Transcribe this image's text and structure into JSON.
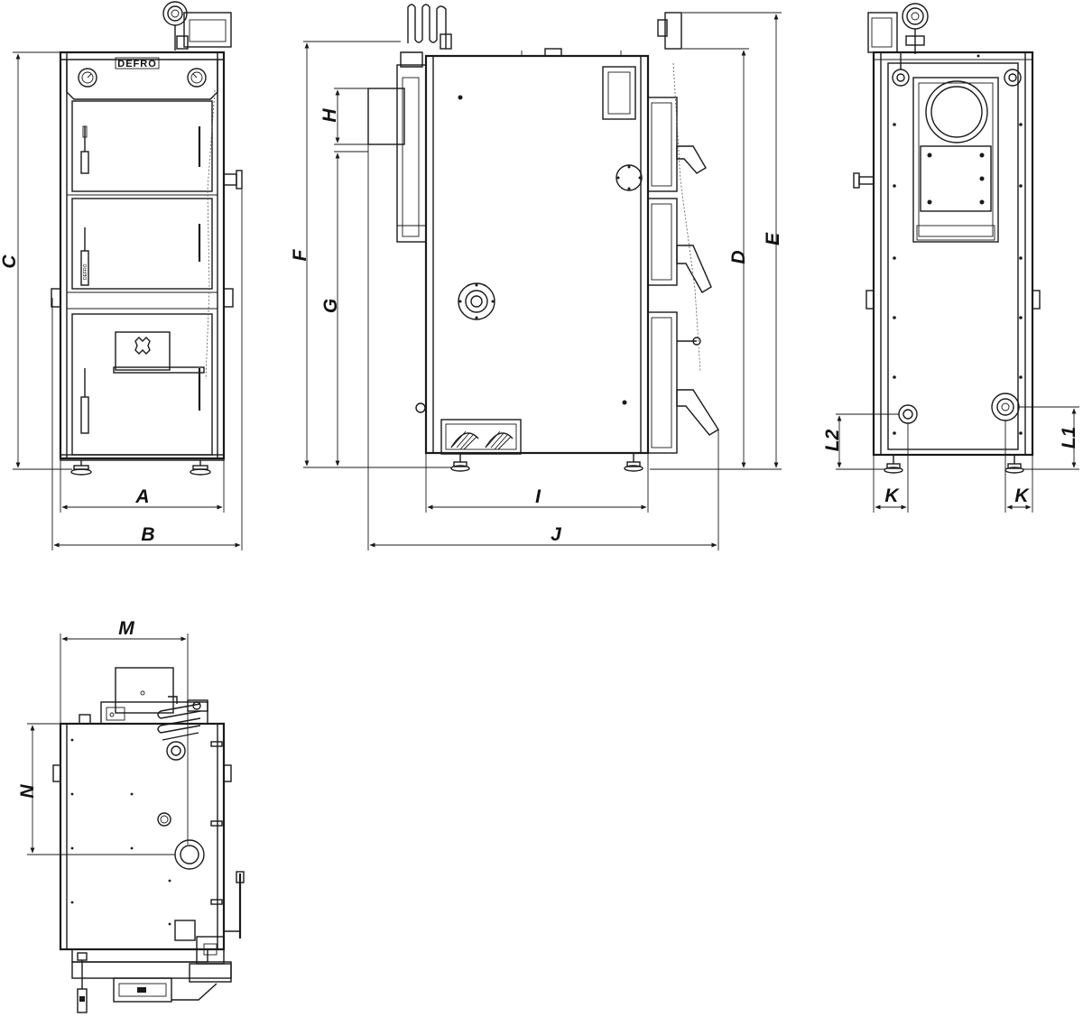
{
  "drawing": {
    "brand_text": "DEFRO",
    "dimension_labels": {
      "A": "A",
      "B": "B",
      "C": "C",
      "D": "D",
      "E": "E",
      "F": "F",
      "G": "G",
      "H": "H",
      "I": "I",
      "J": "J",
      "K": "K",
      "L1": "L1",
      "L2": "L2",
      "M": "M",
      "N": "N"
    },
    "colors": {
      "line": "#1a1a1a",
      "background": "#ffffff"
    }
  }
}
